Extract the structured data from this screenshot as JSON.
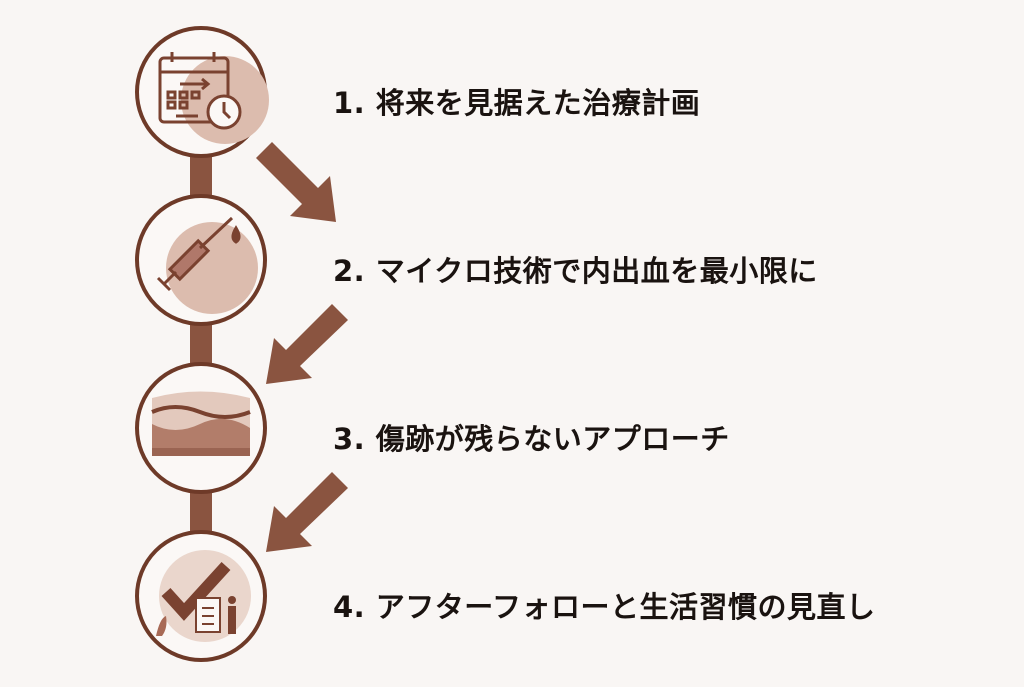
{
  "colors": {
    "accent": "#7f4632",
    "soft": "#dcbcae",
    "text": "#1a1310",
    "background": "#f9f6f4"
  },
  "steps": [
    {
      "label": "1. 将来を見据えた治療計画",
      "icon": "calendar-clock-icon"
    },
    {
      "label": "2. マイクロ技術で内出血を最小限に",
      "icon": "syringe-icon"
    },
    {
      "label": "3. 傷跡が残らないアプローチ",
      "icon": "skin-layers-icon"
    },
    {
      "label": "4. アフターフォローと生活習慣の見直し",
      "icon": "checkmark-clipboard-icon"
    }
  ]
}
